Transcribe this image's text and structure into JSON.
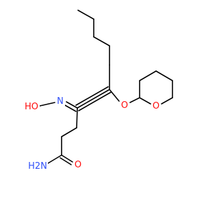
{
  "colors": {
    "bond": "#000000",
    "carbon": "#000000",
    "oxygen": "#ff0d0d",
    "nitrogen": "#3050f8"
  },
  "molecule": {
    "atoms": [
      {
        "id": "hydroxyl-oxygen",
        "label": "HO",
        "element": "O"
      },
      {
        "id": "oxime-nitrogen",
        "label": "N",
        "element": "N"
      },
      {
        "id": "ether-oxygen",
        "label": "O",
        "element": "O"
      },
      {
        "id": "ring-oxygen",
        "label": "O",
        "element": "O"
      },
      {
        "id": "amide-oxygen",
        "label": "O",
        "element": "O"
      },
      {
        "id": "amide-nitrogen",
        "label": "H2N",
        "element": "N"
      }
    ]
  }
}
